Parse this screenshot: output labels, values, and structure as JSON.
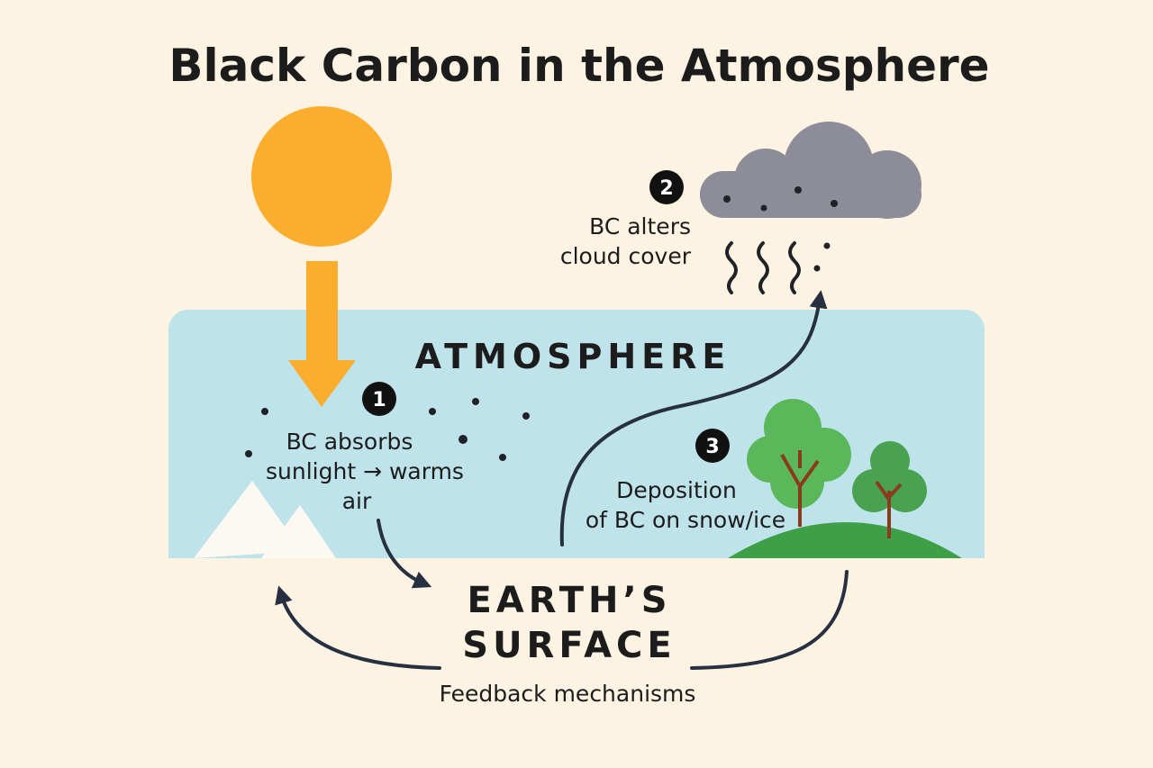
{
  "title": "Black Carbon in the Atmosphere",
  "atmosphere_label": "ATMOSPHERE",
  "surface_label": {
    "line1": "EARTH’S",
    "line2": "SURFACE"
  },
  "feedback_label": "Feedback mechanisms",
  "steps": [
    {
      "number": "1",
      "lines": [
        "BC absorbs",
        "sunlight → warms",
        "air"
      ]
    },
    {
      "number": "2",
      "lines": [
        "BC alters",
        "cloud cover"
      ]
    },
    {
      "number": "3",
      "lines": [
        "Deposition",
        "of BC on snow/ice"
      ]
    }
  ],
  "colors": {
    "background": "#FDF3E3",
    "sun": "#FBAE2D",
    "atmosphere": "#BFE3EA",
    "cloud": "#8C8D99",
    "hill": "#3DA047",
    "tree": "#5BB85A",
    "trunk": "#8B3A1E"
  }
}
